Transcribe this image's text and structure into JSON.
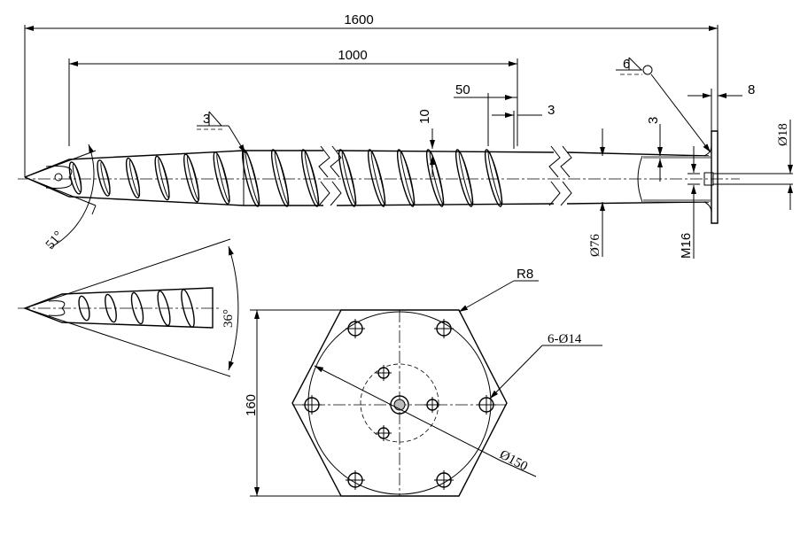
{
  "drawing": {
    "overall_length": "1600",
    "screw_length": "1000",
    "pitch_gap": "50",
    "pipe_gap": "3",
    "flight_height": "10",
    "plate_thickness": "8",
    "wall_thickness": "3",
    "bolt_diameter": "Ø18",
    "pipe_diameter": "Ø76",
    "thread": "M16",
    "tip_angle": "51°",
    "cone_angle": "36°",
    "corner_radius": "R8",
    "holes": "6-Ø14",
    "plate_width": "160",
    "bolt_circle": "Ø150",
    "weld_size_flight": "3",
    "weld_size_plate": "6"
  },
  "colors": {
    "line": "#000000",
    "background": "#ffffff"
  }
}
